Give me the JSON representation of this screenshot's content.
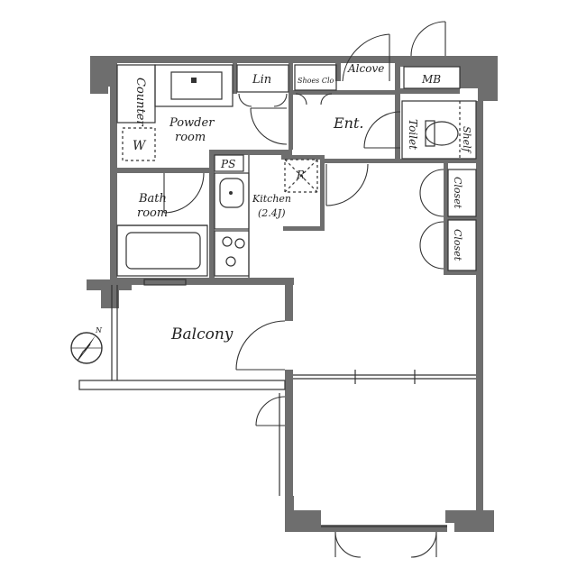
{
  "rooms": {
    "counter": "Counter",
    "powder_1": "Powder",
    "powder_2": "room",
    "washer": "W",
    "linen": "Lin",
    "shoes": "Shoes Clo",
    "alcove": "Alcove",
    "meter_box": "MB",
    "entrance": "Ent.",
    "toilet": "Toilet",
    "shelf": "Shelf",
    "pipe_space": "PS",
    "refrigerator": "R",
    "kitchen_1": "Kitchen",
    "kitchen_2": "(2.4J)",
    "bath_1": "Bath",
    "bath_2": "room",
    "closet_upper": "Closet",
    "closet_lower": "Closet",
    "balcony": "Balcony"
  },
  "compass": {
    "north": "N"
  },
  "colors": {
    "wall": "#6e6e6e",
    "line": "#333333",
    "background": "#ffffff"
  }
}
